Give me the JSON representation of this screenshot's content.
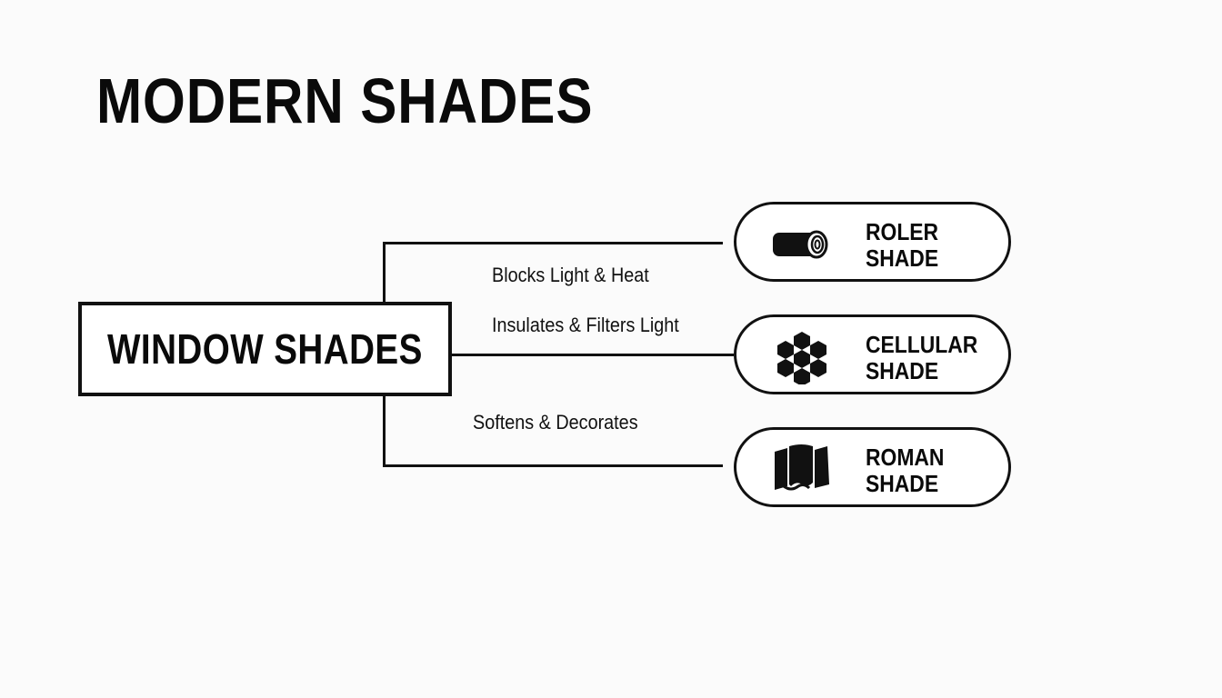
{
  "title": "MODERN SHADES",
  "center_node": {
    "label": "WINDOW SHADES"
  },
  "edges": [
    {
      "label": "Blocks Light & Heat",
      "target": "roller"
    },
    {
      "label": "Insulates & Filters Light",
      "target": "cellular"
    },
    {
      "label": "Softens & Decorates",
      "target": "roman"
    }
  ],
  "nodes": [
    {
      "id": "roller",
      "line1": "ROLER",
      "line2": "SHADE",
      "icon": "roller-icon"
    },
    {
      "id": "cellular",
      "line1": "CELLULAR",
      "line2": "SHADE",
      "icon": "honeycomb-icon"
    },
    {
      "id": "roman",
      "line1": "ROMAN",
      "line2": "SHADE",
      "icon": "fabric-drape-icon"
    }
  ],
  "colors": {
    "stroke": "#111111",
    "background": "#fbfbfb",
    "fill": "#ffffff"
  }
}
